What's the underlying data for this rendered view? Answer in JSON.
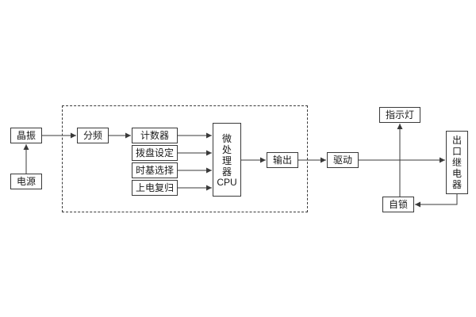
{
  "diagram": {
    "title": "",
    "colors": {
      "background": "#ffffff",
      "line": "#3a3a3a",
      "box_fill": "#ffffff",
      "text": "#1a1a1a"
    },
    "nodes": {
      "crystal": {
        "label": "晶振"
      },
      "power": {
        "label": "电源"
      },
      "freq_divider": {
        "label": "分频"
      },
      "counter": {
        "label": "计数器"
      },
      "dial_setting": {
        "label": "拨盘设定"
      },
      "timebase_select": {
        "label": "时基选择"
      },
      "power_on_reset": {
        "label": "上电复归"
      },
      "cpu": {
        "label_top": "微处理器",
        "label_bottom": "CPU"
      },
      "output": {
        "label": "输出"
      },
      "drive": {
        "label": "驱动"
      },
      "indicator_lamp": {
        "label": "指示灯"
      },
      "outlet_relay": {
        "label": "出口继电器"
      },
      "self_lock": {
        "label": "自锁"
      }
    },
    "edges": [
      {
        "from": "power",
        "to": "crystal",
        "arrow": true
      },
      {
        "from": "crystal",
        "to": "freq_divider",
        "arrow": true
      },
      {
        "from": "freq_divider",
        "to": "counter",
        "arrow": true
      },
      {
        "from": "counter",
        "to": "cpu",
        "arrow": true
      },
      {
        "from": "dial_setting",
        "to": "cpu",
        "arrow": true
      },
      {
        "from": "timebase_select",
        "to": "cpu",
        "arrow": true
      },
      {
        "from": "power_on_reset",
        "to": "cpu",
        "arrow": true
      },
      {
        "from": "cpu",
        "to": "output",
        "arrow": true
      },
      {
        "from": "output",
        "to": "drive",
        "arrow": true
      },
      {
        "from": "drive",
        "to": "outlet_relay",
        "arrow": true
      },
      {
        "from": "drive_line_junction",
        "to": "indicator_lamp",
        "arrow": true
      },
      {
        "from": "self_lock",
        "to": "drive_line_junction",
        "arrow": false
      },
      {
        "from": "outlet_relay",
        "to": "self_lock",
        "arrow": true
      }
    ],
    "boundary": {
      "description": "dashed device enclosure around divider, counter, dial, timebase, reset, cpu, output"
    }
  }
}
